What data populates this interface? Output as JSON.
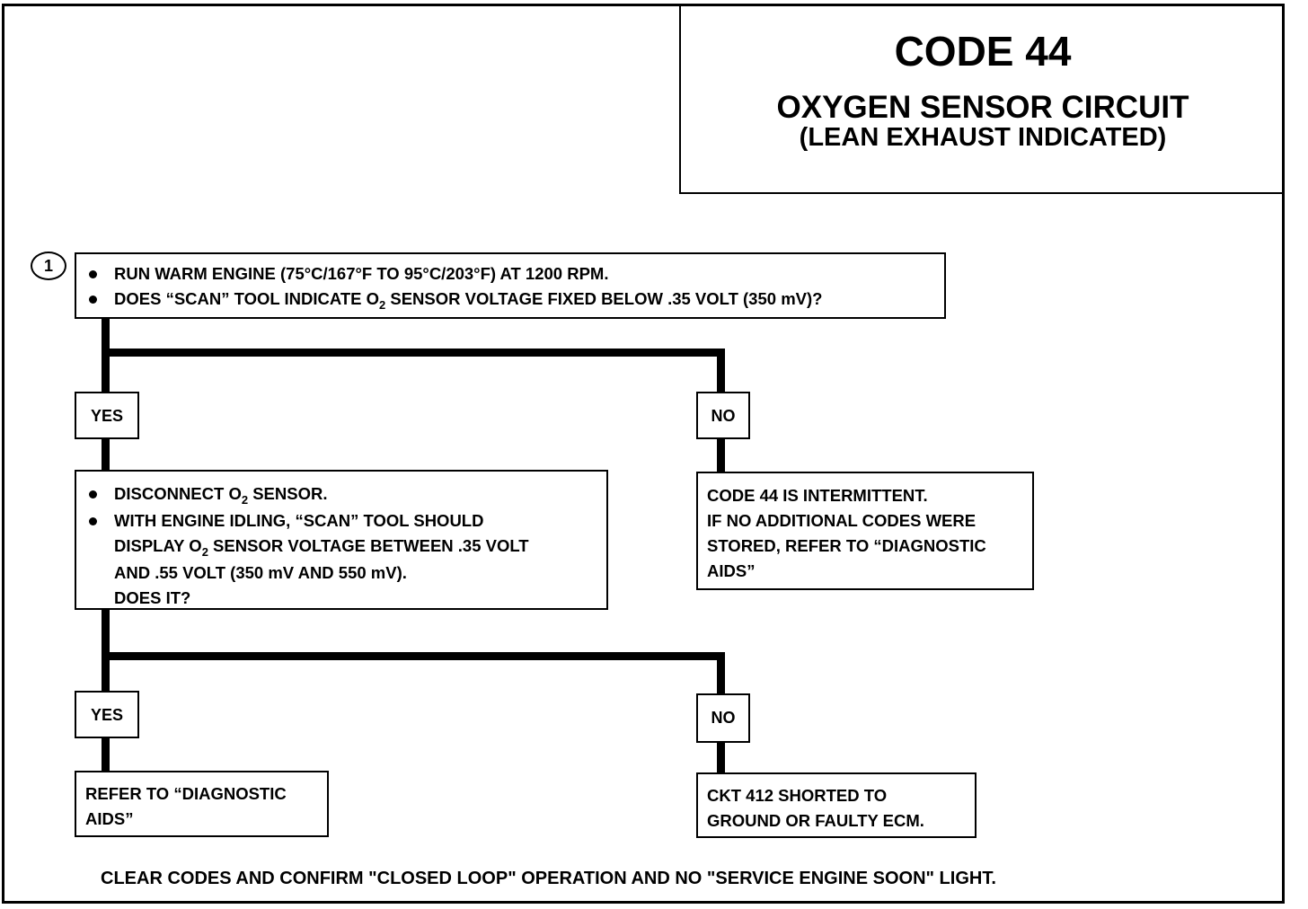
{
  "header": {
    "code": "CODE 44",
    "title": "OXYGEN SENSOR CIRCUIT",
    "subtitle": "(LEAN EXHAUST INDICATED)"
  },
  "step1": {
    "number": "1",
    "line1": "RUN WARM ENGINE  (75°C/167°F TO 95°C/203°F)  AT 1200 RPM.",
    "line2_pre": "DOES “SCAN” TOOL INDICATE O",
    "line2_sub": "2",
    "line2_post": " SENSOR VOLTAGE FIXED BELOW .35 VOLT (350 mV)?"
  },
  "branch1": {
    "yes_label": "YES",
    "no_label": "NO",
    "no_result": [
      "CODE 44 IS INTERMITTENT.",
      "IF NO ADDITIONAL CODES WERE",
      "STORED, REFER TO  “DIAGNOSTIC",
      "AIDS”"
    ]
  },
  "step2": {
    "line1_pre": "DISCONNECT O",
    "line1_sub": "2",
    "line1_post": " SENSOR.",
    "line2": "WITH ENGINE IDLING, “SCAN” TOOL SHOULD",
    "line3_pre": "DISPLAY O",
    "line3_sub": "2",
    "line3_post": " SENSOR VOLTAGE BETWEEN .35 VOLT",
    "line4": "AND .55 VOLT (350 mV AND 550 mV).",
    "line5": "DOES IT?"
  },
  "branch2": {
    "yes_label": "YES",
    "no_label": "NO",
    "yes_result": [
      "REFER TO  “DIAGNOSTIC",
      "AIDS”"
    ],
    "no_result": [
      "CKT  412  SHORTED TO",
      "GROUND OR FAULTY ECM."
    ]
  },
  "footer": "CLEAR CODES AND CONFIRM \"CLOSED LOOP\" OPERATION AND NO \"SERVICE  ENGINE SOON\" LIGHT."
}
